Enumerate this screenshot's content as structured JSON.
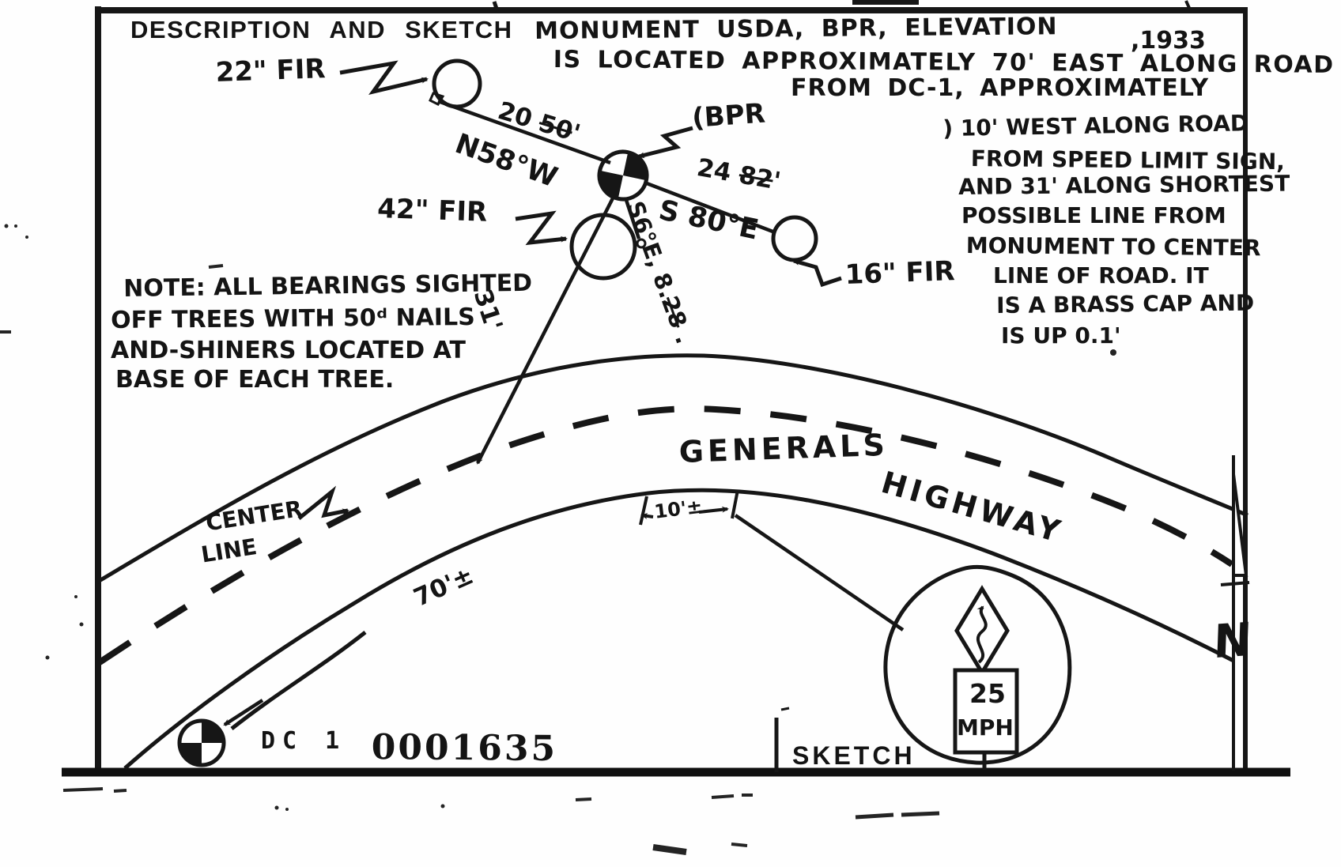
{
  "colors": {
    "ink": "#161616",
    "paper": "#fefefe"
  },
  "page": {
    "title": "DESCRIPTION AND SKETCH",
    "sketch_label": "SKETCH"
  },
  "description": {
    "line1": "MONUMENT USDA, BPR, ELEVATION",
    "year": ",1933",
    "line2": "IS LOCATED APPROXIMATELY 70' EAST ALONG ROAD",
    "line3": "FROM DC-1, APPROXIMATELY",
    "right_lines": [
      ") 10' WEST ALONG ROAD",
      "FROM SPEED LIMIT SIGN,",
      "AND 31' ALONG SHORTEST",
      "POSSIBLE LINE FROM",
      "MONUMENT TO CENTER",
      "LINE OF ROAD. IT",
      "IS A BRASS CAP AND",
      "IS UP 0.1'"
    ]
  },
  "note": {
    "line1": "NOTE: ALL BEARINGS SIGHTED",
    "line2": "OFF TREES WITH 50ᵈ NAILS",
    "line3": "AND-SHINERS LOCATED AT",
    "line4": "BASE OF EACH TREE."
  },
  "trees": {
    "fir22": "22\" FIR",
    "fir42": "42\" FIR",
    "fir16": "16\" FIR"
  },
  "monument": {
    "label": "(BPR"
  },
  "bearings": {
    "d1_val": "20 ",
    "d1_struck": "50",
    "d1_unit": "'",
    "b1": "N58°W",
    "d2_val": "24 ",
    "d2_struck": "82",
    "d2_unit": "'",
    "b2": "S 80°E",
    "b3_val": "S6°E, 8.",
    "b3_struck": "28",
    "b3_end": " .",
    "offset": "31'"
  },
  "road": {
    "name_part1": "GENERALS",
    "name_part2": "HIGHWAY",
    "centerline_label1": "CENTER",
    "centerline_label2": "LINE",
    "dim_70": "70'±",
    "dim_10": "10'±"
  },
  "sign": {
    "speed": "25",
    "unit": "MPH"
  },
  "north_label": "N",
  "station": {
    "id": "DC 1",
    "serial": "0001635"
  }
}
